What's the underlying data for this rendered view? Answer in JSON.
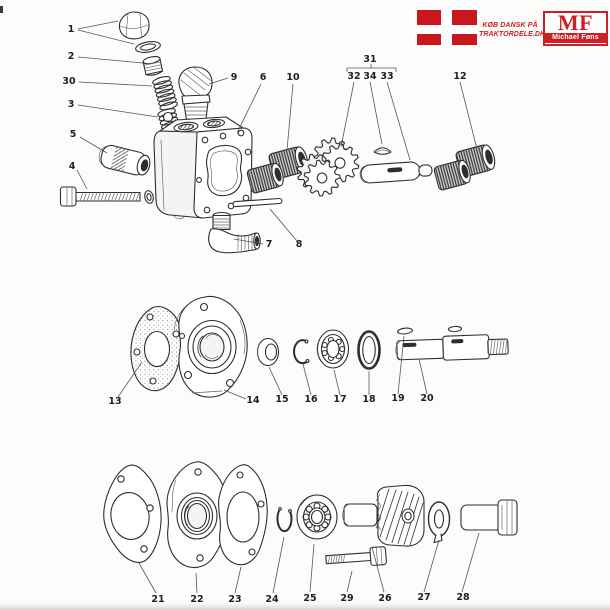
{
  "header": {
    "flag_icon": "danish-flag",
    "tagline_line1": "KØB DANSK PÅ",
    "tagline_line2": "TRAKTORDELE.DK",
    "logo_initials": "MF",
    "logo_name": "Michael Føns",
    "brand_red": "#cd2026"
  },
  "diagram": {
    "ink_color": "#2e2e2e",
    "part_numbers_top": [
      "1",
      "2",
      "30",
      "3",
      "5",
      "4",
      "9",
      "6",
      "10",
      "31",
      "32",
      "34",
      "33",
      "12",
      "8",
      "7"
    ],
    "part_numbers_middle": [
      "13",
      "14",
      "15",
      "16",
      "17",
      "18",
      "19",
      "20"
    ],
    "part_numbers_bottom": [
      "21",
      "22",
      "23",
      "24",
      "25",
      "29",
      "26",
      "27",
      "28"
    ]
  }
}
